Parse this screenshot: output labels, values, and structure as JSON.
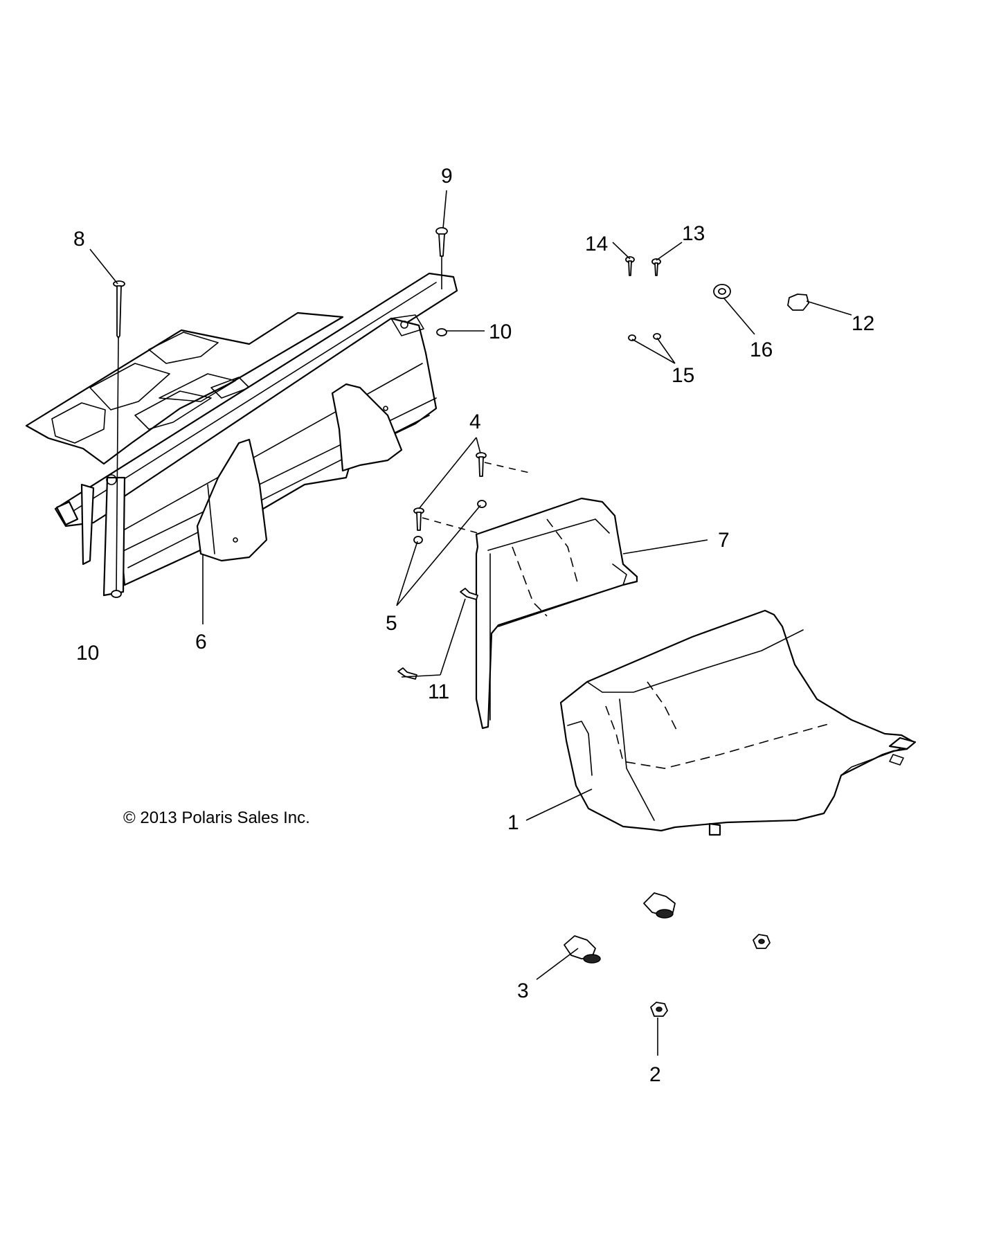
{
  "copyright": "© 2013 Polaris Sales Inc.",
  "callouts": {
    "c1": "1",
    "c2": "2",
    "c3": "3",
    "c4": "4",
    "c5": "5",
    "c6": "6",
    "c7": "7",
    "c8": "8",
    "c9": "9",
    "c10a": "10",
    "c10b": "10",
    "c11": "11",
    "c12": "12",
    "c13": "13",
    "c14": "14",
    "c15": "15",
    "c16": "16"
  }
}
